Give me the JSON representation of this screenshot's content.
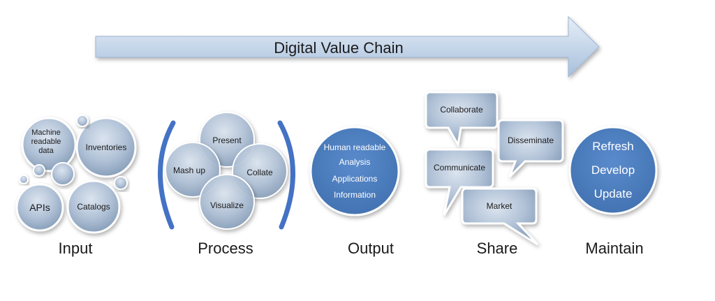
{
  "title": "Digital Value Chain",
  "stages": {
    "input": {
      "label": "Input",
      "items": [
        "Machine",
        "readable",
        "data",
        "Inventories",
        "APIs",
        "Catalogs"
      ]
    },
    "process": {
      "label": "Process",
      "items": [
        "Present",
        "Mash up",
        "Collate",
        "Visualize"
      ]
    },
    "output": {
      "label": "Output",
      "items": [
        "Human readable",
        "Analysis",
        "Applications",
        "Information"
      ]
    },
    "share": {
      "label": "Share",
      "items": [
        "Collaborate",
        "Disseminate",
        "Communicate",
        "Market"
      ]
    },
    "maintain": {
      "label": "Maintain",
      "items": [
        "Refresh",
        "Develop",
        "Update"
      ]
    }
  },
  "colors": {
    "arrow_light": "#dce7f3",
    "arrow_dark": "#9fb8d6",
    "bubble_light": "#c9d6e6",
    "bubble_dark": "#8da4c0",
    "solid_blue": "#4a7bbd",
    "accent_blue": "#4472c4"
  }
}
